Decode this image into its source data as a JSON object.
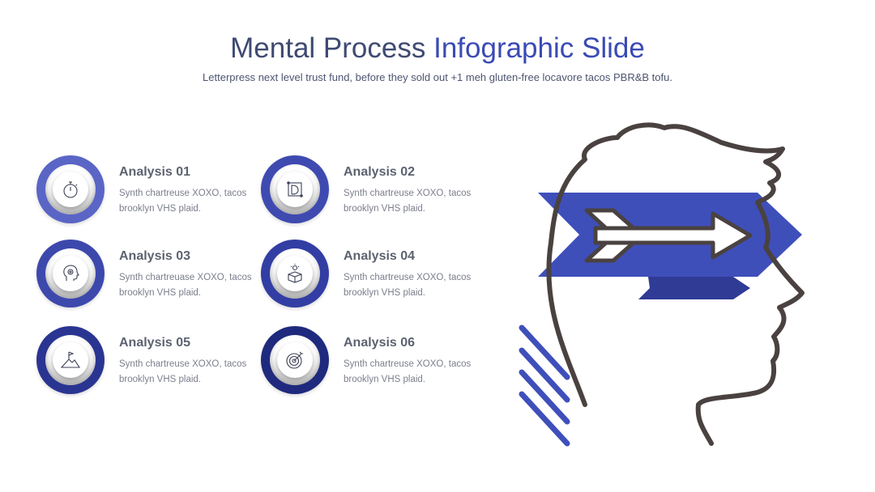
{
  "slide": {
    "title_part1": "Mental Process ",
    "title_part2": "Infographic Slide",
    "subtitle": "Letterpress next level trust fund, before they sold out +1 meh gluten-free locavore tacos PBR&B tofu."
  },
  "items": [
    {
      "title": "Analysis 01",
      "line1": "Synth chartreuse XOXO, tacos",
      "line2": "brooklyn VHS plaid.",
      "icon": "stopwatch-icon",
      "color": "#5a65c6"
    },
    {
      "title": "Analysis 02",
      "line1": "Synth chartreuse XOXO, tacos",
      "line2": "brooklyn VHS plaid.",
      "icon": "design-pen-icon",
      "color": "#3f4ab0"
    },
    {
      "title": "Analysis 03",
      "line1": "Synth chartreuase XOXO, tacos",
      "line2": "brooklyn VHS plaid.",
      "icon": "brain-head-icon",
      "color": "#3d48ad"
    },
    {
      "title": "Analysis 04",
      "line1": "Synth chartreuse XOXO, tacos",
      "line2": "brooklyn VHS plaid.",
      "icon": "idea-box-icon",
      "color": "#323ea3"
    },
    {
      "title": "Analysis 05",
      "line1": "Synth chartreuse XOXO, tacos",
      "line2": "brooklyn VHS plaid.",
      "icon": "mountain-flag-icon",
      "color": "#2a3592"
    },
    {
      "title": "Analysis 06",
      "line1": "Synth chartreuse XOXO, tacos",
      "line2": "brooklyn VHS plaid.",
      "icon": "target-icon",
      "color": "#1f2a7e"
    }
  ],
  "colors": {
    "accent": "#3a4bb4",
    "arrow_band": "#3f4fba",
    "arrow_band_dark": "#2f3b95",
    "head_outline": "#4a4240"
  }
}
